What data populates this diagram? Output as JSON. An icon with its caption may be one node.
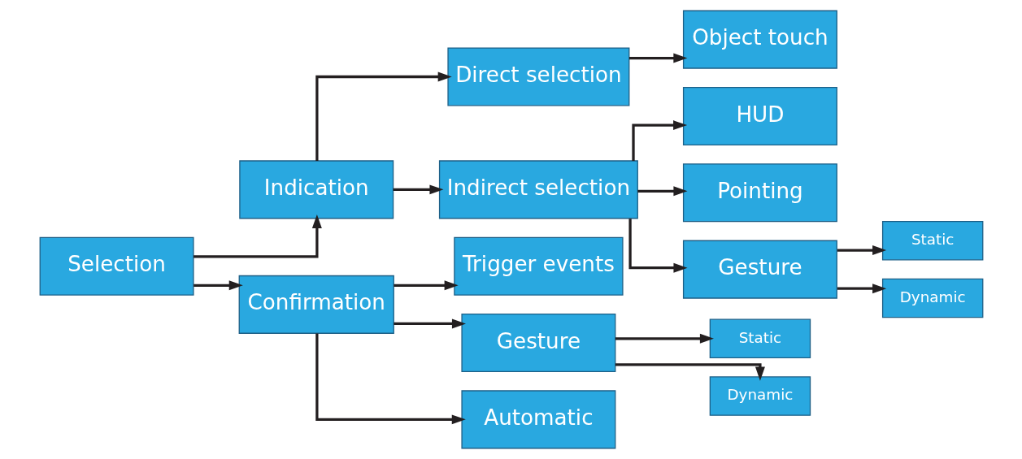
{
  "diagram": {
    "nodes": [
      {
        "text": [
          "Selection"
        ]
      },
      {
        "text": [
          "Indication"
        ]
      },
      {
        "text": [
          "Direct selection"
        ]
      },
      {
        "text": [
          "Object touch"
        ]
      },
      {
        "text": [
          "Indirect selection"
        ]
      },
      {
        "text": [
          "HUD"
        ]
      },
      {
        "text": [
          "Pointing"
        ]
      },
      {
        "text": [
          "Gesture"
        ]
      },
      {
        "text": [
          "Static"
        ]
      },
      {
        "text": [
          "Dynamic"
        ]
      },
      {
        "text": [
          "Confirmation"
        ]
      },
      {
        "text": [
          "Trigger events"
        ]
      },
      {
        "text": [
          "Gesture"
        ]
      },
      {
        "text": [
          "Static"
        ]
      },
      {
        "text": [
          "Dynamic"
        ]
      },
      {
        "text": [
          "Automatic"
        ]
      }
    ],
    "edges": [
      {
        "from": 0,
        "to": 1,
        "arrow": "to"
      },
      {
        "from": 0,
        "to": 10,
        "arrow": "to"
      },
      {
        "from": 1,
        "to": 2,
        "arrow": "to"
      },
      {
        "from": 1,
        "to": 4,
        "arrow": "to"
      },
      {
        "from": 2,
        "to": 3,
        "arrow": "to"
      },
      {
        "from": 4,
        "to": 5,
        "arrow": "to"
      },
      {
        "from": 4,
        "to": 6,
        "arrow": "to"
      },
      {
        "from": 4,
        "to": 7,
        "arrow": "to"
      },
      {
        "from": 7,
        "to": 8,
        "arrow": "to"
      },
      {
        "from": 7,
        "to": 9,
        "arrow": "to"
      },
      {
        "from": 10,
        "to": 11,
        "arrow": "to"
      },
      {
        "from": 10,
        "to": 12,
        "arrow": "to"
      },
      {
        "from": 10,
        "to": 15,
        "arrow": "to"
      },
      {
        "from": 12,
        "to": 13,
        "arrow": "to"
      },
      {
        "from": 12,
        "to": 14,
        "arrow": "to"
      }
    ]
  }
}
